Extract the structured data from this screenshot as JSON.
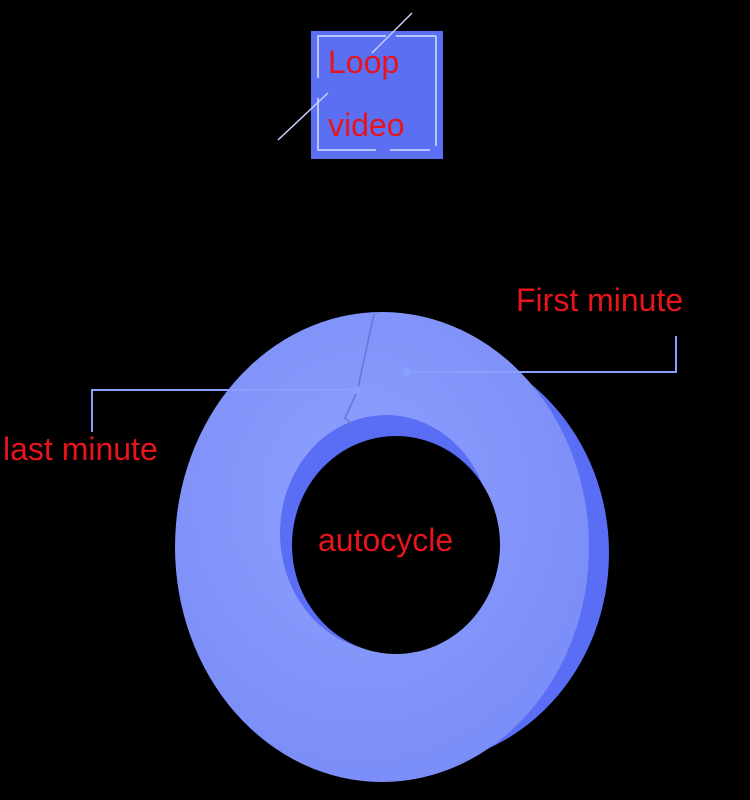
{
  "labels": {
    "loop_line1": "Loop",
    "loop_line2": "video",
    "first_minute": "First minute",
    "last_minute": "last minute",
    "center": "autocycle"
  },
  "colors": {
    "background": "#000000",
    "text": "#e8141c",
    "ring_face": "#8899fa",
    "ring_side": "#5a6ef5",
    "box_fill": "#5b6ff2",
    "leader_line": "#8aa0ff"
  }
}
